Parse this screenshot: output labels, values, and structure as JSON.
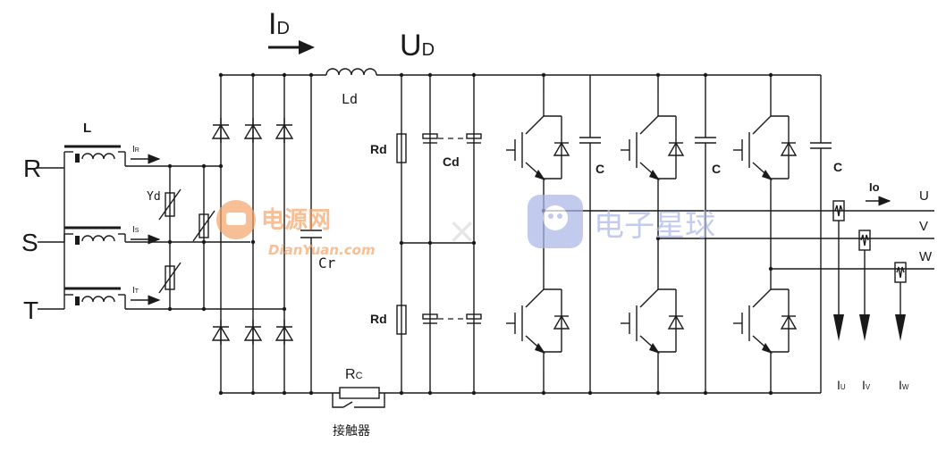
{
  "labels": {
    "current_dc": "I",
    "current_dc_sub": "D",
    "voltage_dc": "U",
    "voltage_dc_sub": "D",
    "input_inductor": "L",
    "phase_r": "R",
    "phase_s": "S",
    "phase_t": "T",
    "current_r": "I",
    "current_r_sub": "R",
    "current_s": "I",
    "current_s_sub": "S",
    "current_t": "I",
    "current_t_sub": "T",
    "varistor": "Yd",
    "dc_inductor": "Ld",
    "filter_cap": "Cr",
    "resistor_top": "Rd",
    "resistor_bottom": "Rd",
    "bus_caps": "Cd",
    "snubber_cap_1": "C",
    "snubber_cap_2": "C",
    "snubber_cap_3": "C",
    "precharge_res": "R",
    "precharge_res_sub": "C",
    "contactor": "接触器",
    "output_current": "Io",
    "out_u": "U",
    "out_v": "V",
    "out_w": "W",
    "meter_u": "I",
    "meter_u_sub": "U",
    "meter_v": "I",
    "meter_v_sub": "V",
    "meter_w": "I",
    "meter_w_sub": "W"
  },
  "watermark": {
    "left_cn": "电源网",
    "left_en": "DianYuan.com",
    "separator": "×",
    "right_cn": "电子星球"
  },
  "colors": {
    "line": "#1a1a1a",
    "watermark_orange": "#f4a46a",
    "watermark_blue": "#a9b6e6"
  }
}
